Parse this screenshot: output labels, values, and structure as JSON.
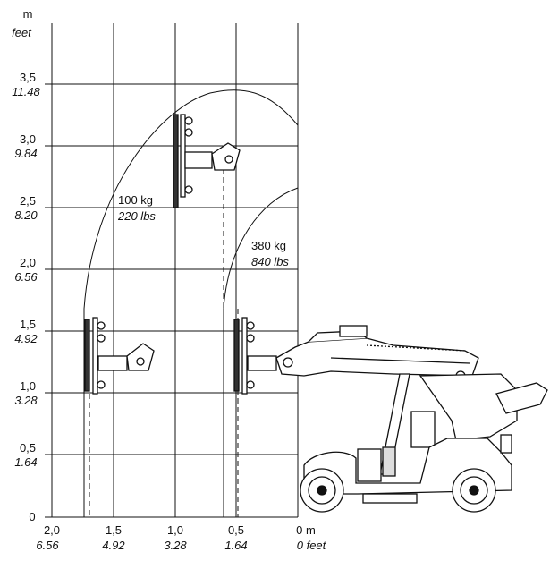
{
  "axes": {
    "y_unit_metric": "m",
    "y_unit_imperial": "feet",
    "x_unit_metric": "m",
    "x_unit_imperial": "feet",
    "y_ticks": [
      {
        "m": "3,5",
        "ft": "11.48",
        "value": 3.5
      },
      {
        "m": "3,0",
        "ft": "9.84",
        "value": 3.0
      },
      {
        "m": "2,5",
        "ft": "8.20",
        "value": 2.5
      },
      {
        "m": "2,0",
        "ft": "6.56",
        "value": 2.0
      },
      {
        "m": "1,5",
        "ft": "4.92",
        "value": 1.5
      },
      {
        "m": "1,0",
        "ft": "3.28",
        "value": 1.0
      },
      {
        "m": "0,5",
        "ft": "1.64",
        "value": 0.5
      },
      {
        "m": "0",
        "ft": "",
        "value": 0
      }
    ],
    "x_ticks": [
      {
        "m": "2,0",
        "ft": "6.56",
        "value": 2.0
      },
      {
        "m": "1,5",
        "ft": "4.92",
        "value": 1.5
      },
      {
        "m": "1,0",
        "ft": "3.28",
        "value": 1.0
      },
      {
        "m": "0,5",
        "ft": "1.64",
        "value": 0.5
      },
      {
        "m": "0 m",
        "ft": "0 feet",
        "value": 0
      }
    ]
  },
  "capacities": [
    {
      "kg": "100 kg",
      "lbs": "220 lbs"
    },
    {
      "kg": "380 kg",
      "lbs": "840 lbs"
    }
  ],
  "colors": {
    "line": "#111111",
    "background": "#ffffff"
  }
}
